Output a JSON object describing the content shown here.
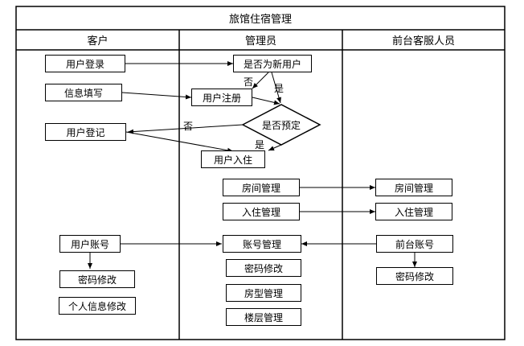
{
  "title": "旅馆住宿管理",
  "lanes": {
    "customer": "客户",
    "admin": "管理员",
    "front_desk": "前台客服人员"
  },
  "nodes": {
    "user_login": "用户登录",
    "is_new_user": "是否为新用户",
    "info_fill": "信息填写",
    "user_register": "用户注册",
    "is_reserved": "是否预定",
    "user_checkin_record": "用户登记",
    "user_checkin": "用户入住",
    "room_mgmt_admin": "房间管理",
    "room_mgmt_front": "房间管理",
    "checkin_mgmt_admin": "入住管理",
    "checkin_mgmt_front": "入住管理",
    "user_account": "用户账号",
    "account_mgmt": "账号管理",
    "front_account": "前台账号",
    "pwd_change_customer": "密码修改",
    "pwd_change_admin": "密码修改",
    "pwd_change_front": "密码修改",
    "personal_info_change": "个人信息修改",
    "room_type_mgmt": "房型管理",
    "floor_mgmt": "楼层管理"
  },
  "edge_labels": {
    "new_user_no": "否",
    "new_user_yes": "是",
    "reserved_no": "否",
    "reserved_yes": "是"
  }
}
